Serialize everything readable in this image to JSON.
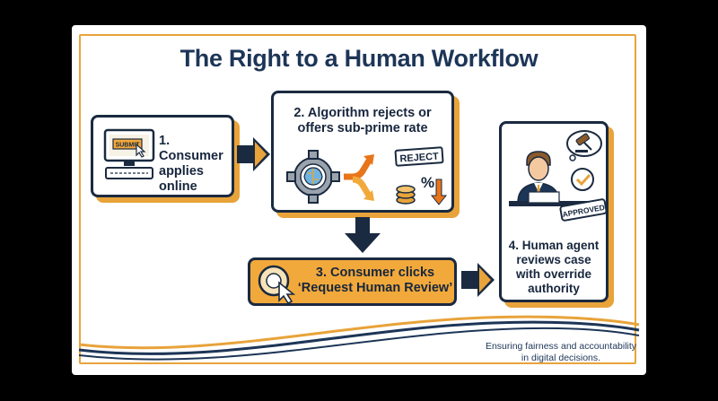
{
  "title": "The Right to a Human Workflow",
  "steps": [
    {
      "label": "1. Consumer applies online",
      "lines": [
        "1. Consumer",
        "applies",
        "online"
      ]
    },
    {
      "label": "2. Algorithm rejects or offers sub-prime rate",
      "lines": [
        "2. Algorithm rejects or",
        "offers sub-prime rate"
      ]
    },
    {
      "label": "3. Consumer clicks 'Request Human Review'",
      "lines": [
        "3. Consumer clicks",
        "‘Request Human Review’"
      ]
    },
    {
      "label": "4. Human agent reviews case with override authority",
      "lines": [
        "4. Human agent",
        "reviews case",
        "with override",
        "authority"
      ]
    }
  ],
  "icons": {
    "submit_text": "SUBMIT",
    "reject_text": "REJECT",
    "percent_text": "%",
    "approved_text": "APPROVED"
  },
  "footer": {
    "lines": [
      "Ensuring fairness and accountability",
      "in digital decisions."
    ]
  },
  "colors": {
    "navy": "#1d3557",
    "gold": "#e8a33a",
    "orange": "#f2a93b",
    "dark": "#17263d"
  }
}
